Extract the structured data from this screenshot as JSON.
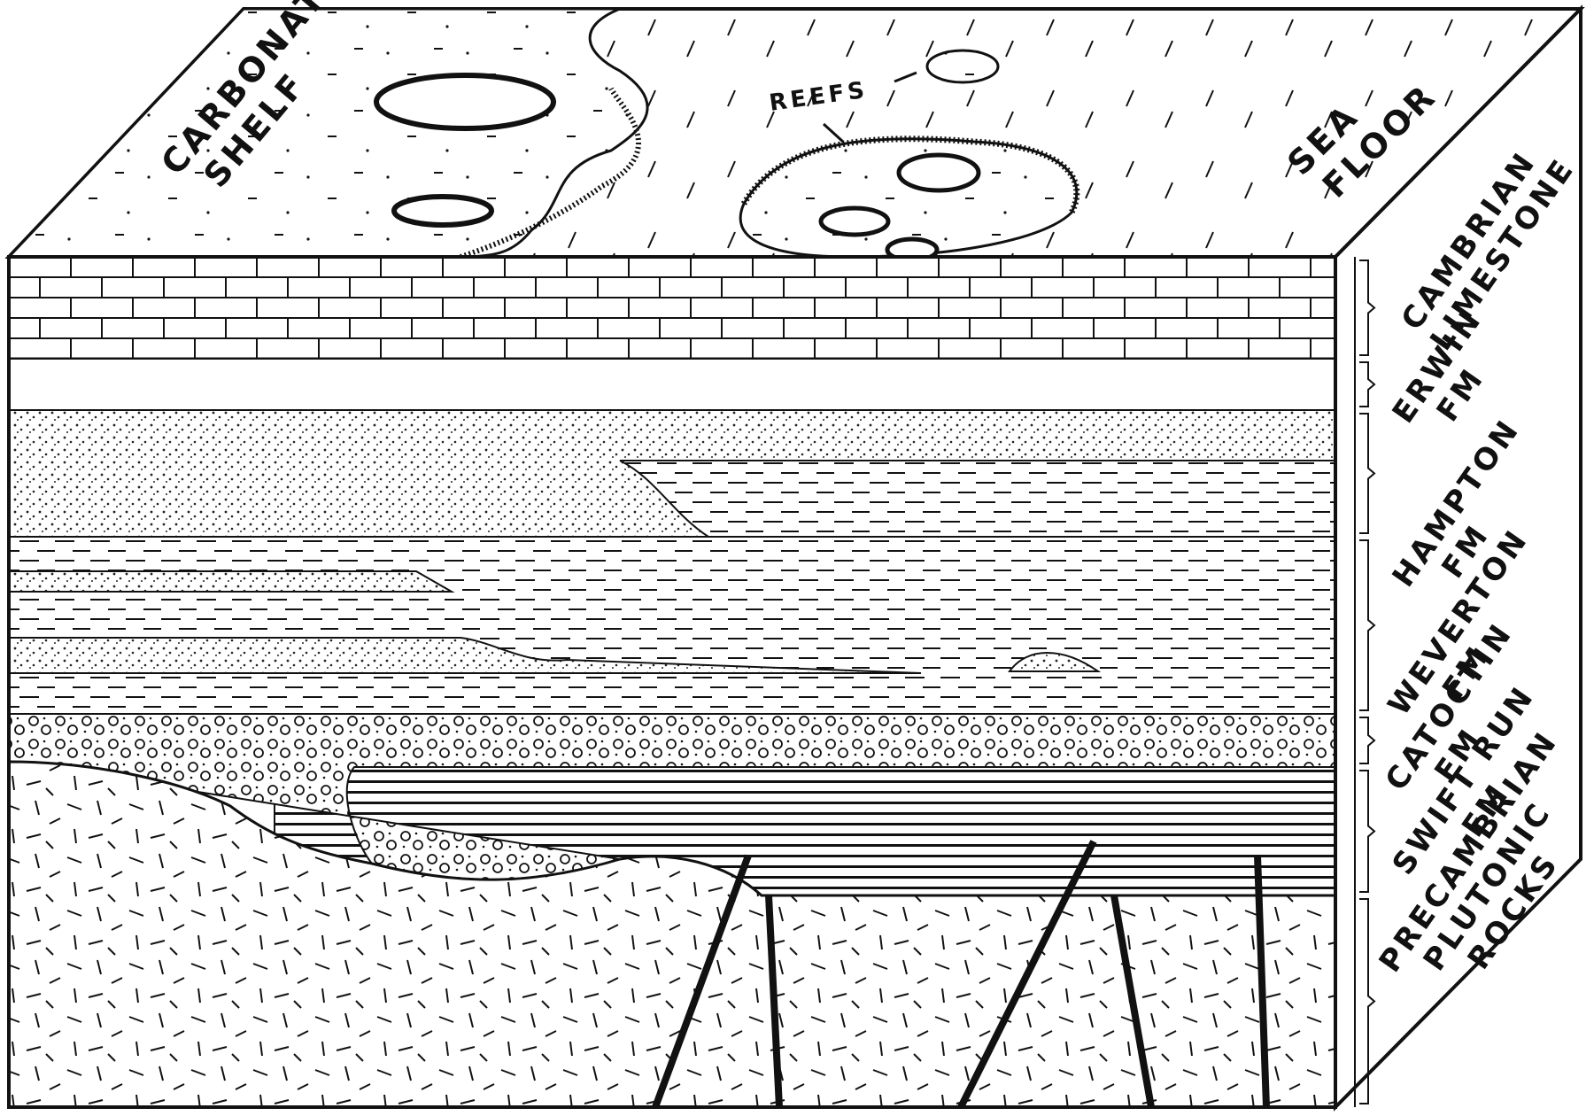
{
  "top_surface": {
    "shelf_label_line1": "CARBONATE",
    "shelf_label_line2": "SHELF",
    "reefs_label": "REEFS",
    "sea_floor_line1": "SEA",
    "sea_floor_line2": "FLOOR"
  },
  "units": [
    {
      "key": "cambrian",
      "line1": "CAMBRIAN",
      "line2": "LIMESTONE"
    },
    {
      "key": "erwin",
      "line1": "ERWIN",
      "line2": "FM"
    },
    {
      "key": "hampton",
      "line1": "HAMPTON",
      "line2": "FM"
    },
    {
      "key": "weverton",
      "line1": "WEVERTON",
      "line2": "FM"
    },
    {
      "key": "catoctin",
      "line1": "CATOCTIN",
      "line2": "FM"
    },
    {
      "key": "swift_run",
      "line1": "SWIFT RUN",
      "line2": "FM"
    },
    {
      "key": "precambrian",
      "line1": "PRECAMBRIAN",
      "line2": "PLUTONIC",
      "line3": "ROCKS"
    }
  ],
  "style": {
    "ink": "#111111",
    "paper": "#ffffff"
  }
}
